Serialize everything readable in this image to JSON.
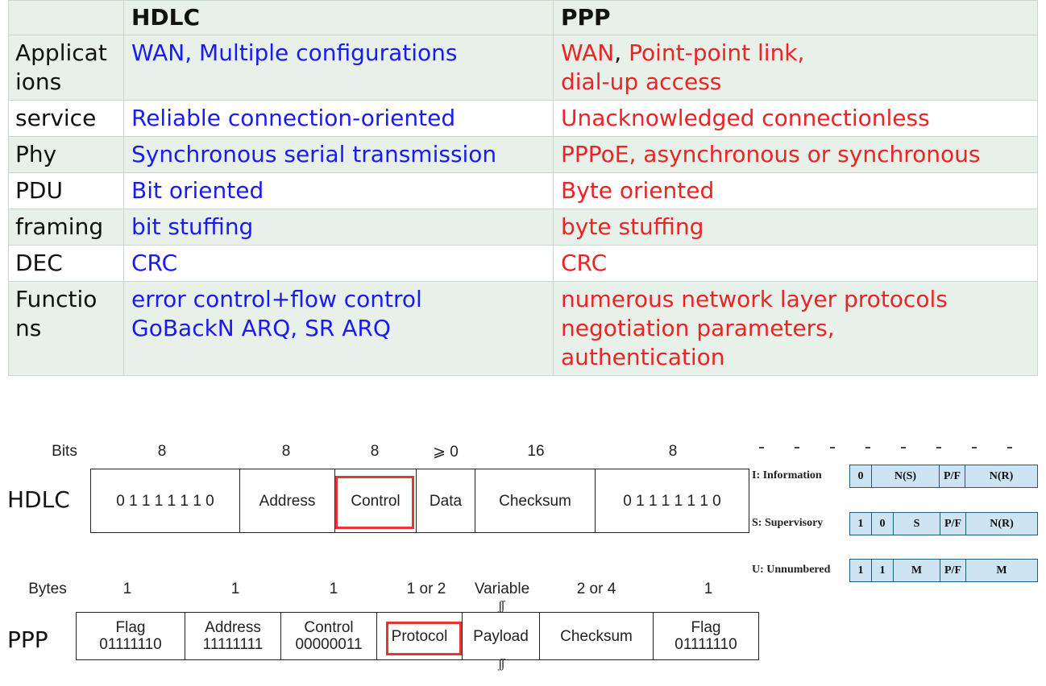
{
  "comparison": {
    "header": {
      "blank": "",
      "hdlc": "HDLC",
      "ppp": "PPP"
    },
    "rows": [
      {
        "label": "Applicat\nions",
        "hdlc": "WAN, Multiple configurations",
        "ppp_a": "WAN",
        "ppp_sep": ",",
        "ppp_b": " Point-point link,\ndial-up access"
      },
      {
        "label": "service",
        "hdlc": "Reliable connection-oriented",
        "ppp": "Unacknowledged connectionless"
      },
      {
        "label": "Phy",
        "hdlc": "Synchronous serial transmission",
        "ppp": "PPPoE, asynchronous or synchronous"
      },
      {
        "label": "PDU",
        "hdlc": "Bit oriented",
        "ppp": "Byte oriented"
      },
      {
        "label": "framing",
        "hdlc": "bit stuffing",
        "ppp": "byte stuffing"
      },
      {
        "label": "DEC",
        "hdlc": "CRC",
        "ppp": "CRC"
      },
      {
        "label": "Functio\nns",
        "hdlc": "error control+flow control\nGoBackN ARQ, SR ARQ",
        "ppp": "numerous network layer protocols\nnegotiation parameters,\nauthentication"
      }
    ]
  },
  "hdlc_frame": {
    "name": "HDLC",
    "unit_label": "Bits",
    "sizes": [
      "8",
      "8",
      "8",
      "⩾ 0",
      "16",
      "8"
    ],
    "fields": [
      "0 1 1 1 1 1 1 0",
      "Address",
      "Control",
      "Data",
      "Checksum",
      "0 1 1 1 1 1 1 0"
    ],
    "highlighted": "Control"
  },
  "ppp_frame": {
    "name": "PPP",
    "unit_label": "Bytes",
    "sizes": [
      "1",
      "1",
      "1",
      "1 or 2",
      "Variable",
      "2 or 4",
      "1"
    ],
    "fields": [
      {
        "top": "Flag",
        "bottom": "01111110"
      },
      {
        "top": "Address",
        "bottom": "11111111"
      },
      {
        "top": "Control",
        "bottom": "00000011"
      },
      {
        "top": "Protocol",
        "bottom": ""
      },
      {
        "top": "Payload",
        "bottom": ""
      },
      {
        "top": "Checksum",
        "bottom": ""
      },
      {
        "top": "Flag",
        "bottom": "01111110"
      }
    ],
    "highlighted": "Protocol"
  },
  "control_formats": [
    {
      "label": "I: Information",
      "cells": [
        "0",
        "N(S)",
        "P/F",
        "N(R)"
      ]
    },
    {
      "label": "S: Supervisory",
      "cells": [
        "1",
        "0",
        "S",
        "P/F",
        "N(R)"
      ]
    },
    {
      "label": "U: Unnumbered",
      "cells": [
        "1",
        "1",
        "M",
        "P/F",
        "M"
      ]
    }
  ],
  "colors": {
    "hdlc_text": "#1a1af5",
    "ppp_text": "#ec2424",
    "highlight": "#e53535",
    "band": "#e7f0e9",
    "control_fill": "#cfe4f3"
  }
}
